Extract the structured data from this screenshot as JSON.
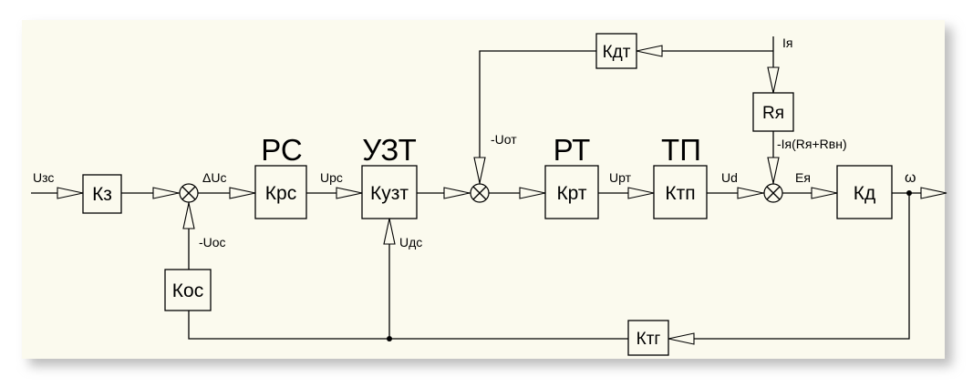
{
  "colors": {
    "panel": "#fbfaee",
    "line": "#000000",
    "shadow": "#bdbdbd"
  },
  "blocks": {
    "kz": "Кз",
    "krs": "Крс",
    "kuzt": "Кузт",
    "krt": "Крт",
    "ktp": "Ктп",
    "kd": "Кд",
    "kos": "Кос",
    "kdt": "Кдт",
    "rya": "Rя",
    "ktg": "Ктг"
  },
  "stage_titles": {
    "rs": "РС",
    "uzt": "УЗТ",
    "rt": "РТ",
    "tp": "ТП"
  },
  "signals": {
    "uzs": "Uзс",
    "delta_uc": "ΔUc",
    "urs": "Uрс",
    "u_ot": "-Uот",
    "urt": "Uрт",
    "ud": "Ud",
    "ea": "Eя",
    "omega": "ω",
    "u_os": "-Uос",
    "u_ds": "Uдс",
    "ia": "Iя",
    "ia_drop": "-Iя(Rя+Rвн)"
  }
}
